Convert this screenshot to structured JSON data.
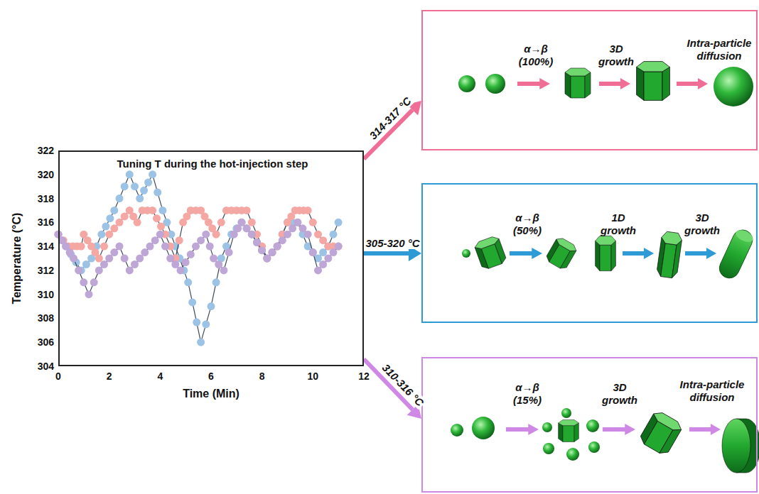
{
  "diagram": {
    "nodes": [
      {
        "text": [
          "Tuning T during the hot-injection step"
        ]
      },
      {
        "text": [
          "α→β (100%)",
          "3D growth",
          "Intra-particle diffusion"
        ]
      },
      {
        "text": [
          "α→β (50%)",
          "1D growth",
          "3D growth"
        ]
      },
      {
        "text": [
          "α→β (15%)",
          "3D growth",
          "Intra-particle diffusion"
        ]
      }
    ],
    "edges": [
      {
        "from": 0,
        "to": 1,
        "arrow": "to",
        "label": "314-317 °C"
      },
      {
        "from": 0,
        "to": 2,
        "arrow": "to",
        "label": "305-320 °C"
      },
      {
        "from": 0,
        "to": 3,
        "arrow": "to",
        "label": "310-316 °C"
      }
    ],
    "labels": [
      "322",
      "320",
      "318",
      "316",
      "314",
      "312",
      "310",
      "308",
      "306",
      "304",
      "0",
      "2",
      "4",
      "6",
      "8",
      "10",
      "12",
      "Time (Min)",
      "Temperature (°C)"
    ]
  }
}
